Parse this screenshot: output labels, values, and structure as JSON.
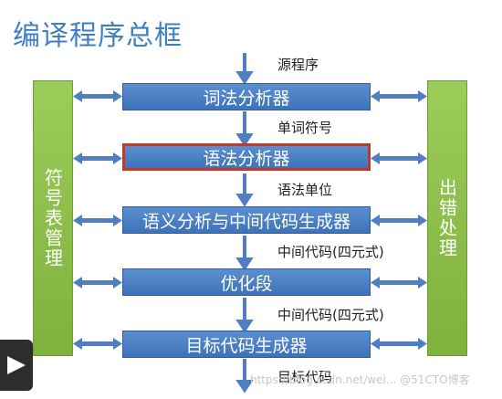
{
  "title": "编译程序总框",
  "stages": [
    {
      "label": "词法分析器",
      "highlight": false
    },
    {
      "label": "语法分析器",
      "highlight": true
    },
    {
      "label": "语义分析与中间代码生成器",
      "highlight": false
    },
    {
      "label": "优化段",
      "highlight": false
    },
    {
      "label": "目标代码生成器",
      "highlight": false
    }
  ],
  "flow_labels": [
    "源程序",
    "单词符号",
    "语法单位",
    "中间代码(四元式)",
    "中间代码(四元式)",
    "目标代码"
  ],
  "side_left": "符号表管理",
  "side_right": "出错处理",
  "watermark": "https://blog.csdn.net/wei... @51CTO博客",
  "colors": {
    "stage": "#4a7fc4",
    "side": "#8bbd4a",
    "highlight": "#c0392b",
    "arrow": "#4f7fc0",
    "title": "#3f7fc4"
  }
}
